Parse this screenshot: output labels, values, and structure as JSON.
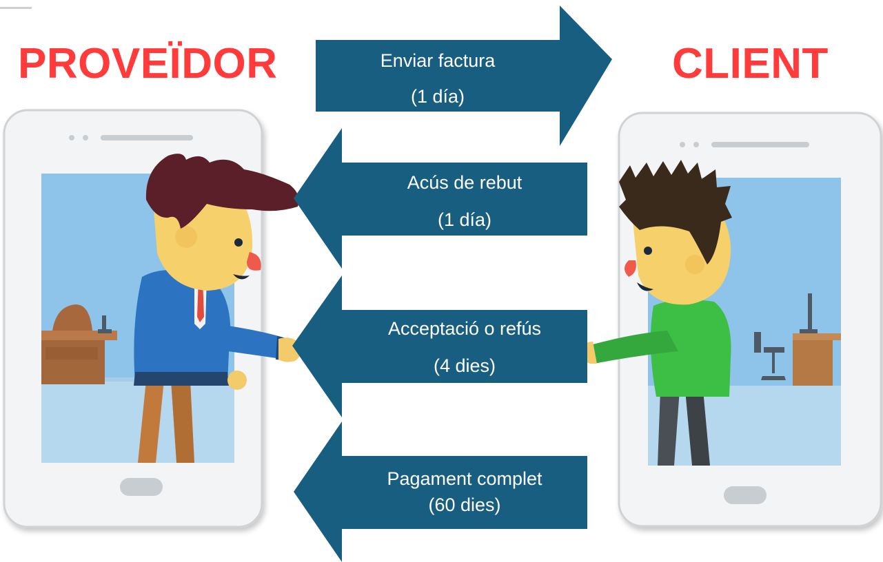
{
  "parties": {
    "left": "PROVEÏDOR",
    "right": "CLIENT"
  },
  "colors": {
    "arrow": "#185e80",
    "title": "#ff3b3b",
    "sky": "#8ec4ea",
    "floor": "#b6d8ef"
  },
  "steps": [
    {
      "direction": "to-client",
      "action": "Enviar factura",
      "duration": "(1 día)"
    },
    {
      "direction": "to-supplier",
      "action": "Acús de rebut",
      "duration": "(1 día)"
    },
    {
      "direction": "to-supplier",
      "action": "Acceptació o refús",
      "duration": "(4 dies)"
    },
    {
      "direction": "to-supplier",
      "action": "Pagament complet",
      "duration": "(60 dies)"
    }
  ],
  "icons": {
    "left_phone": "phone-icon",
    "right_phone": "phone-icon",
    "left_person": "businessman-illustration",
    "right_person": "client-illustration"
  }
}
